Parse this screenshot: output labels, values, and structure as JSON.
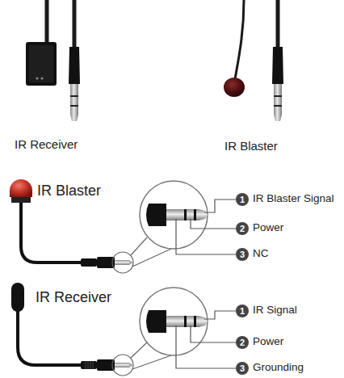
{
  "diagram": {
    "labels": [
      "IR Receiver",
      "IR Blaster",
      "IR Blaster",
      "1",
      "IR Blaster Signal",
      "2",
      "Power",
      "3",
      "NC",
      "IR Receiver",
      "1",
      "IR Signal",
      "2",
      "Power",
      "3",
      "Grounding"
    ]
  }
}
